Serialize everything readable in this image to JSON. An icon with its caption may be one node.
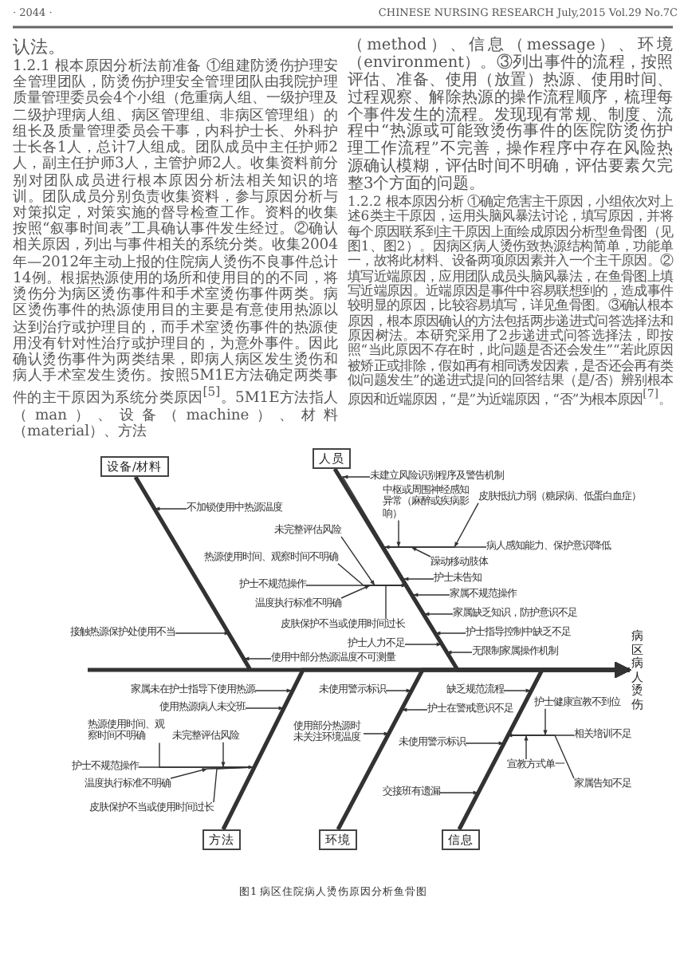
{
  "diagram": {
    "caption": "图1 病区住院病人烫伤原因分析鱼骨图",
    "nodes": [
      {
        "text": [
          "设备/材料"
        ]
      },
      {
        "text": [
          "人员"
        ]
      },
      {
        "text": [
          "方法"
        ]
      },
      {
        "text": [
          "环境"
        ]
      },
      {
        "text": [
          "信息"
        ]
      },
      {
        "text": [
          "病区病人烫伤"
        ]
      },
      {
        "text": [
          "不加锁使用中热源温度"
        ]
      },
      {
        "text": [
          "接触热源保护处使用不当"
        ]
      },
      {
        "text": [
          "使用中部分热源温度不可测量"
        ]
      },
      {
        "text": [
          "未建立风险识别程序及警告机制"
        ]
      },
      {
        "text": [
          "中枢或周围神经感知异常（麻醉或疾病影响）"
        ]
      },
      {
        "text": [
          "皮肤抵抗力弱（糖尿病、低蛋白血症）"
        ]
      },
      {
        "text": [
          "病人感知能力、保护意识降低"
        ]
      },
      {
        "text": [
          "躁动移动肢体"
        ]
      },
      {
        "text": [
          "护士未告知"
        ]
      },
      {
        "text": [
          "家属不规范操作"
        ]
      },
      {
        "text": [
          "家属缺乏知识，防护意识不足"
        ]
      },
      {
        "text": [
          "护士指导控制中缺乏不足"
        ]
      },
      {
        "text": [
          "无限制家属操作机制"
        ]
      },
      {
        "text": [
          "未完整评估风险"
        ]
      },
      {
        "text": [
          "热源使用时间、观察时间不明确"
        ]
      },
      {
        "text": [
          "护士不规范操作"
        ]
      },
      {
        "text": [
          "温度执行标准不明确"
        ]
      },
      {
        "text": [
          "皮肤保护不当或使用时间过长"
        ]
      },
      {
        "text": [
          "护士人力不足"
        ]
      },
      {
        "text": [
          "家属未在护士指导下使用热源"
        ]
      },
      {
        "text": [
          "使用热源病人未交班"
        ]
      },
      {
        "text": [
          "热源使用时间、观察时间不明确"
        ]
      },
      {
        "text": [
          "未完整评估风险"
        ]
      },
      {
        "text": [
          "护士不规范操作"
        ]
      },
      {
        "text": [
          "温度执行标准不明确"
        ]
      },
      {
        "text": [
          "皮肤保护不当或使用时间过长"
        ]
      },
      {
        "text": [
          "未使用警示标识"
        ]
      },
      {
        "text": [
          "护士在警戒意识不足"
        ]
      },
      {
        "text": [
          "使用部分热源时未关注环境温度"
        ]
      },
      {
        "text": [
          "缺乏规范流程"
        ]
      },
      {
        "text": [
          "护士健康宣教不到位"
        ]
      },
      {
        "text": [
          "相关培训不足"
        ]
      },
      {
        "text": [
          "宣教方式单一"
        ]
      },
      {
        "text": [
          "家属告知不足"
        ]
      },
      {
        "text": [
          "未使用警示标识"
        ]
      },
      {
        "text": [
          "交接班有遗漏"
        ]
      }
    ],
    "edges": [
      {
        "from": 0,
        "to": 5,
        "arrow": "to",
        "style": "thick"
      },
      {
        "from": 1,
        "to": 5,
        "arrow": "to",
        "style": "thick"
      },
      {
        "from": 2,
        "to": 5,
        "arrow": "to",
        "style": "thick"
      },
      {
        "from": 3,
        "to": 5,
        "arrow": "to",
        "style": "thick"
      },
      {
        "from": 4,
        "to": 5,
        "arrow": "to",
        "style": "thick"
      },
      {
        "from": 6,
        "to": 5,
        "arrow": "to"
      },
      {
        "from": 7,
        "to": 5,
        "arrow": "to"
      },
      {
        "from": 8,
        "to": 5,
        "arrow": "to"
      },
      {
        "from": 9,
        "to": 5,
        "arrow": "to"
      },
      {
        "from": 10,
        "to": 5,
        "arrow": "to"
      },
      {
        "from": 11,
        "to": 5,
        "arrow": "to"
      },
      {
        "from": 12,
        "to": 5,
        "arrow": "to"
      },
      {
        "from": 13,
        "to": 5,
        "arrow": "to"
      },
      {
        "from": 14,
        "to": 5,
        "arrow": "to"
      },
      {
        "from": 15,
        "to": 5,
        "arrow": "to"
      },
      {
        "from": 16,
        "to": 5,
        "arrow": "to"
      },
      {
        "from": 17,
        "to": 5,
        "arrow": "to"
      },
      {
        "from": 18,
        "to": 5,
        "arrow": "to"
      },
      {
        "from": 19,
        "to": 5,
        "arrow": "to"
      },
      {
        "from": 20,
        "to": 5,
        "arrow": "to"
      },
      {
        "from": 21,
        "to": 5,
        "arrow": "to"
      },
      {
        "from": 22,
        "to": 5,
        "arrow": "to"
      },
      {
        "from": 23,
        "to": 5,
        "arrow": "to"
      },
      {
        "from": 24,
        "to": 5,
        "arrow": "to"
      },
      {
        "from": 25,
        "to": 5,
        "arrow": "to"
      },
      {
        "from": 26,
        "to": 5,
        "arrow": "to"
      },
      {
        "from": 27,
        "to": 5,
        "arrow": "to"
      },
      {
        "from": 28,
        "to": 5,
        "arrow": "to"
      },
      {
        "from": 29,
        "to": 5,
        "arrow": "to"
      },
      {
        "from": 30,
        "to": 5,
        "arrow": "to"
      },
      {
        "from": 31,
        "to": 5,
        "arrow": "to"
      },
      {
        "from": 32,
        "to": 5,
        "arrow": "to"
      },
      {
        "from": 33,
        "to": 5,
        "arrow": "to"
      },
      {
        "from": 34,
        "to": 5,
        "arrow": "to"
      },
      {
        "from": 35,
        "to": 5,
        "arrow": "to"
      },
      {
        "from": 36,
        "to": 5,
        "arrow": "to"
      },
      {
        "from": 37,
        "to": 5,
        "arrow": "to"
      },
      {
        "from": 38,
        "to": 5,
        "arrow": "to"
      },
      {
        "from": 39,
        "to": 5,
        "arrow": "to"
      },
      {
        "from": 40,
        "to": 5,
        "arrow": "to"
      },
      {
        "from": 41,
        "to": 5,
        "arrow": "to"
      }
    ],
    "labels": [
      "· 2044 ·",
      "CHINESE NURSING RESEARCH July,2015 Vol.29 No.7C",
      "认法。",
      "1.2.1 根本原因分析法前准备 ①组建防烫伤护理安全管理团队，防烫伤护理安全管理团队由我院护理质量管理委员会4个小组（危重病人组、一级护理及二级护理病人组、病区管理组、非病区管理组）的组长及质量管理委员会干事，内科护士长、外科护士长各1人，总计7人组成。团队成员中主任护师2人，副主任护师3人，主管护师2人。收集资料前分别对团队成员进行根本原因分析法相关知识的培训。团队成员分别负责收集资料，参与原因分析与对策拟定，对策实施的督导检查工作。资料的收集按照“叙事时间表”工具确认事件发生经过。②确认相关原因，列出与事件相关的系统分类。收集2004年—2012年主动上报的住院病人烫伤不良事件总计14例。根据热源使用的场所和使用目的的不同，将烫伤分为病区烫伤事件和手术室烫伤事件两类。病区烫伤事件的热源使用目的主要是有意使用热源以达到治疗或护理目的，而手术室烫伤事件的热源使用没有针对性治疗或护理目的，为意外事件。因此确认烫伤事件为两类结果，即病人病区发生烫伤和病人手术室发生烫伤。按照5M1E方法确定两类事件的主干原因为系统分类原因$^{[5]}$。5M1E方法指人（man）、设备（machine）、材料（material）、方法",
      "（method）、信息（message）、环境（environment）。③列出事件的流程，按照评估、准备、使用（放置）热源、使用时间、过程观察、解除热源的操作流程顺序，梳理每个事件发生的流程。发现现有常规、制度、流程中“热源或可能致烫伤事件的医院防烫伤护理工作流程”不完善，操作程序中存在风险热源确认模糊，评估时间不明确，评估要素欠完整3个方面的问题。",
      "1.2.2 根本原因分析 ①确定危害主干原因，小组依次对上述6类主干原因，运用头脑风暴法讨论，填写原因，并将每个原因联系到主干原因上面绘成原因分析型鱼骨图（见图1、图2）。因病区病人烫伤致热源结构简单，功能单一，故将此材料、设备两项原因素并入一个主干原因。②填写近端原因，应用团队成员头脑风暴法，在鱼骨图上填写近端原因。近端原因是事件中容易联想到的，造成事件较明显的原因，比较容易填写，详见鱼骨图。③确认根本原因，根本原因确认的方法包括两步递进式问答选择法和原因树法。本研究采用了2步递进式问答选择法，即按照“当此原因不存在时，此问题是否还会发生”“若此原因被矫正或排除，假如再有相同诱发因素，是否还会再有类似问题发生”的递进式提问的回答结果（是/否）辨别根本原因和近端原因，“是”为近端原因，“否”为根本原因$^{[7]}$。"
    ]
  }
}
